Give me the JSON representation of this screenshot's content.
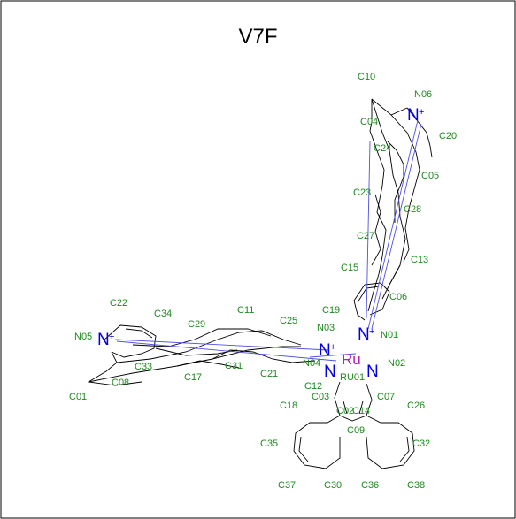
{
  "molecule": {
    "title": "V7F",
    "atom_labels": [
      {
        "id": "C10",
        "text": "C10"
      },
      {
        "id": "N06",
        "text": "N06"
      },
      {
        "id": "C04",
        "text": "C04"
      },
      {
        "id": "C20",
        "text": "C20"
      },
      {
        "id": "C24",
        "text": "C24"
      },
      {
        "id": "C05",
        "text": "C05"
      },
      {
        "id": "C23",
        "text": "C23"
      },
      {
        "id": "C28",
        "text": "C28"
      },
      {
        "id": "C27",
        "text": "C27"
      },
      {
        "id": "C13",
        "text": "C13"
      },
      {
        "id": "C15",
        "text": "C15"
      },
      {
        "id": "C06",
        "text": "C06"
      },
      {
        "id": "C19",
        "text": "C19"
      },
      {
        "id": "N01",
        "text": "N01"
      },
      {
        "id": "C22",
        "text": "C22"
      },
      {
        "id": "C34",
        "text": "C34"
      },
      {
        "id": "C11",
        "text": "C11"
      },
      {
        "id": "C29",
        "text": "C29"
      },
      {
        "id": "C25",
        "text": "C25"
      },
      {
        "id": "N03",
        "text": "N03"
      },
      {
        "id": "N05",
        "text": "N05"
      },
      {
        "id": "N04",
        "text": "N04"
      },
      {
        "id": "N02",
        "text": "N02"
      },
      {
        "id": "RU01",
        "text": "RU01"
      },
      {
        "id": "C33",
        "text": "C33"
      },
      {
        "id": "C31",
        "text": "C31"
      },
      {
        "id": "C08",
        "text": "C08"
      },
      {
        "id": "C17",
        "text": "C17"
      },
      {
        "id": "C21",
        "text": "C21"
      },
      {
        "id": "C12",
        "text": "C12"
      },
      {
        "id": "C01",
        "text": "C01"
      },
      {
        "id": "C03",
        "text": "C03"
      },
      {
        "id": "C07",
        "text": "C07"
      },
      {
        "id": "C18",
        "text": "C18"
      },
      {
        "id": "C26",
        "text": "C26"
      },
      {
        "id": "C02",
        "text": "C02"
      },
      {
        "id": "C14",
        "text": "C14"
      },
      {
        "id": "C09",
        "text": "C09"
      },
      {
        "id": "C35",
        "text": "C35"
      },
      {
        "id": "C32",
        "text": "C32"
      },
      {
        "id": "C37",
        "text": "C37"
      },
      {
        "id": "C30",
        "text": "C30"
      },
      {
        "id": "C36",
        "text": "C36"
      },
      {
        "id": "C38",
        "text": "C38"
      }
    ],
    "element_symbols": [
      {
        "id": "N06",
        "text": "N",
        "charge": "+"
      },
      {
        "id": "N01",
        "text": "N",
        "charge": "+"
      },
      {
        "id": "N05",
        "text": "N",
        "charge": "+"
      },
      {
        "id": "N03",
        "text": "N",
        "charge": "+"
      },
      {
        "id": "N04",
        "text": "N",
        "charge": ""
      },
      {
        "id": "N02",
        "text": "N",
        "charge": ""
      },
      {
        "id": "RU01",
        "text": "Ru",
        "charge": ""
      }
    ]
  },
  "colors": {
    "label": "#1e8a1e",
    "nitrogen": "#0000ee",
    "ruthenium": "#b020b0",
    "bond": "#000000",
    "coord_bond": "#5050e0",
    "border": "#000000"
  }
}
